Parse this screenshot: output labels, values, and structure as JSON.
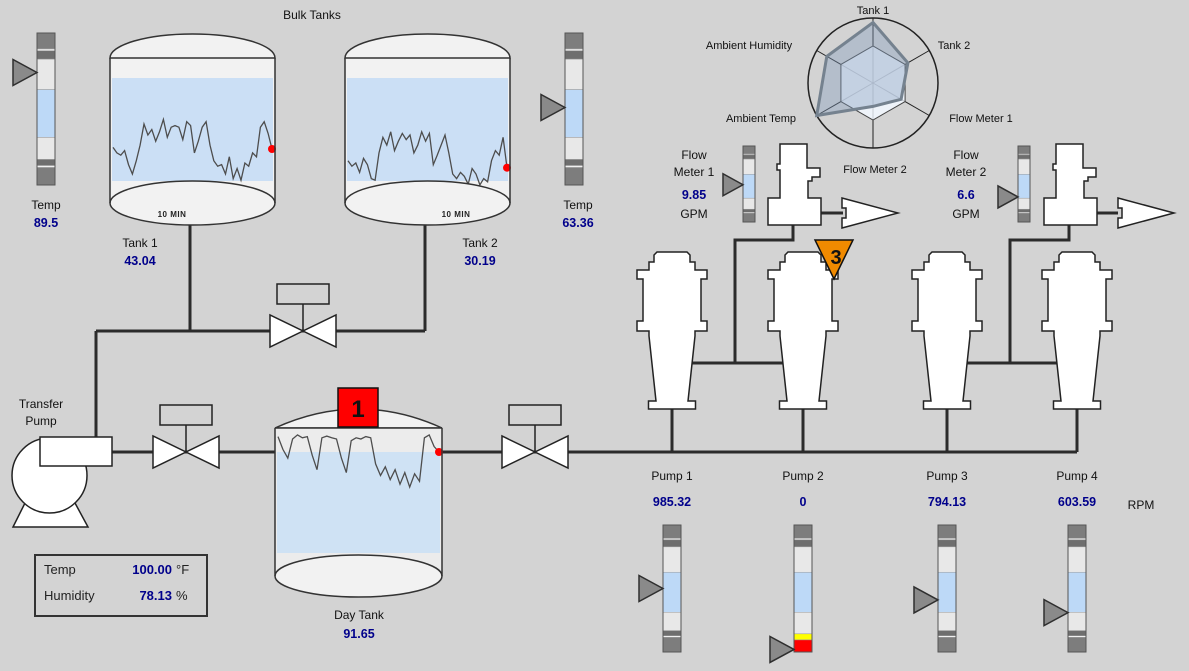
{
  "colors": {
    "background": "#d3d3d3",
    "value_text": "#00008b",
    "gauge_blue": "#bdd9f7",
    "tank_blue": "#cbdff5",
    "alarm_red": "#ff0000",
    "warn_yellow": "#ffff00",
    "alarm_orange": "#f08a00",
    "trend_line": "#4d4d4d"
  },
  "bulk_tanks": {
    "title": "Bulk Tanks",
    "temp_left": {
      "label": "Temp",
      "value": "89.5"
    },
    "temp_right": {
      "label": "Temp",
      "value": "63.36"
    },
    "tank1": {
      "label": "Tank 1",
      "value": "43.04",
      "timespan": "10 MIN",
      "trend": [
        0.52,
        0.45,
        0.42,
        0.48,
        0.3,
        0.18,
        0.35,
        0.55,
        0.82,
        0.68,
        0.75,
        0.6,
        0.72,
        0.88,
        0.65,
        0.78,
        0.8,
        0.78,
        0.62,
        0.85,
        0.8,
        0.45,
        0.6,
        0.78,
        0.85,
        0.55,
        0.35,
        0.28,
        0.3,
        0.18,
        0.4,
        0.12,
        0.25,
        0.1,
        0.32,
        0.28,
        0.45,
        0.4,
        0.78,
        0.85,
        0.7,
        0.5
      ]
    },
    "tank2": {
      "label": "Tank 2",
      "value": "30.19",
      "timespan": "10 MIN",
      "trend": [
        0.35,
        0.28,
        0.32,
        0.2,
        0.38,
        0.3,
        0.12,
        0.1,
        0.45,
        0.65,
        0.55,
        0.72,
        0.48,
        0.6,
        0.7,
        0.62,
        0.68,
        0.45,
        0.55,
        0.72,
        0.6,
        0.7,
        0.3,
        0.42,
        0.55,
        0.68,
        0.45,
        0.18,
        0.12,
        0.2,
        0.15,
        0.05,
        0.25,
        0.18,
        0.04,
        0.12,
        0.08,
        0.35,
        0.48,
        0.42,
        0.65,
        0.26
      ]
    }
  },
  "day_tank": {
    "label": "Day Tank",
    "value": "91.65",
    "trend": [
      0.92,
      0.7,
      0.55,
      0.88,
      0.95,
      0.9,
      0.92,
      0.6,
      0.35,
      0.9,
      0.93,
      0.9,
      0.88,
      0.55,
      0.3,
      0.85,
      0.9,
      0.88,
      0.92,
      0.9,
      0.45,
      0.25,
      0.4,
      0.18,
      0.35,
      0.1,
      0.3,
      0.05,
      0.28,
      0.15,
      0.9,
      0.95,
      0.75,
      0.655
    ]
  },
  "transfer_pump": {
    "line1": "Transfer",
    "line2": "Pump"
  },
  "flow_meters": [
    {
      "label_line1": "Flow",
      "label_line2": "Meter 1",
      "value": "9.85",
      "unit": "GPM"
    },
    {
      "label_line1": "Flow",
      "label_line2": "Meter 2",
      "value": "6.6",
      "unit": "GPM"
    }
  ],
  "pumps": [
    {
      "label": "Pump 1",
      "value": "985.32"
    },
    {
      "label": "Pump 2",
      "value": "0"
    },
    {
      "label": "Pump 3",
      "value": "794.13"
    },
    {
      "label": "Pump 4",
      "value": "603.59"
    }
  ],
  "pumps_unit": "RPM",
  "ambient_panel": {
    "rows": [
      {
        "label": "Temp",
        "value": "100.00",
        "unit": "°F"
      },
      {
        "label": "Humidity",
        "value": "78.13",
        "unit": "%"
      }
    ]
  },
  "radar": {
    "grid_frac": 0.57,
    "axes": [
      {
        "label": "Tank 1",
        "frac": 0.93
      },
      {
        "label": "Tank 2",
        "frac": 0.62
      },
      {
        "label": "Flow Meter 1",
        "frac": 0.5
      },
      {
        "label": "Flow Meter 2",
        "frac": 0.36
      },
      {
        "label": "Ambient Temp",
        "frac": 1.0
      },
      {
        "label": "Ambient Humidity",
        "frac": 0.82
      }
    ]
  },
  "alarms": [
    {
      "id": "day-tank-alarm",
      "shape": "square",
      "number": "1",
      "color": "#ff0000"
    },
    {
      "id": "flow-line-alarm",
      "shape": "triangle",
      "number": "3",
      "color": "#f08a00"
    }
  ],
  "gauge_segments": {
    "standard": [
      [
        0.105,
        "#7d7d7d"
      ],
      [
        0.012,
        "#f0f0f0"
      ],
      [
        0.055,
        "#6e6e6e"
      ],
      [
        0.2,
        "#e8e8e8"
      ],
      [
        0.315,
        "#bdd9f7"
      ],
      [
        0.145,
        "#e8e8e8"
      ],
      [
        0.04,
        "#6e6e6e"
      ],
      [
        0.013,
        "#f0f0f0"
      ],
      [
        0.115,
        "#7d7d7d"
      ]
    ],
    "alarm": [
      [
        0.105,
        "#7d7d7d"
      ],
      [
        0.012,
        "#f0f0f0"
      ],
      [
        0.055,
        "#6e6e6e"
      ],
      [
        0.2,
        "#e8e8e8"
      ],
      [
        0.315,
        "#bdd9f7"
      ],
      [
        0.17,
        "#e8e8e8"
      ],
      [
        0.048,
        "#ffff00"
      ],
      [
        0.095,
        "#ff0000"
      ]
    ]
  },
  "gauges": [
    {
      "id": "temp_left",
      "pointer_frac": 0.26,
      "type": "standard"
    },
    {
      "id": "temp_right",
      "pointer_frac": 0.49,
      "type": "standard"
    },
    {
      "id": "fm1",
      "pointer_frac": 0.51,
      "type": "standard"
    },
    {
      "id": "fm2",
      "pointer_frac": 0.67,
      "type": "standard"
    },
    {
      "id": "pump1",
      "pointer_frac": 0.5,
      "type": "standard"
    },
    {
      "id": "pump2",
      "pointer_frac": 0.98,
      "type": "alarm"
    },
    {
      "id": "pump3",
      "pointer_frac": 0.59,
      "type": "standard"
    },
    {
      "id": "pump4",
      "pointer_frac": 0.69,
      "type": "standard"
    }
  ]
}
